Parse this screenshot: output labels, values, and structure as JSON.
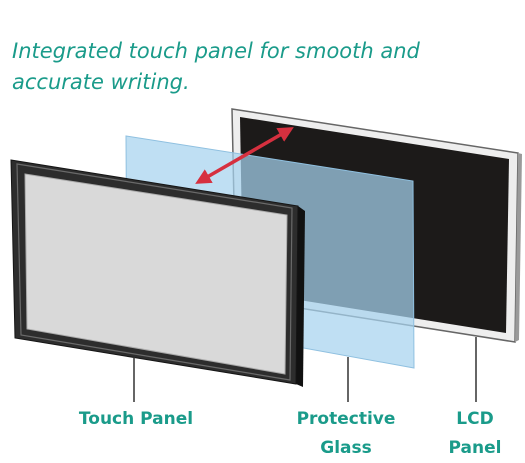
{
  "headline": {
    "line1": "Integrated touch panel for smooth and",
    "line2": "accurate writing."
  },
  "labels": {
    "touch_panel": "Touch Panel",
    "protective_glass_line1": "Protective",
    "protective_glass_line2": "Glass",
    "lcd_panel_line1": "LCD",
    "lcd_panel_line2": "Panel"
  },
  "colors": {
    "accent": "#1a9b8a",
    "arrow": "#d6303f",
    "glass": "#a6d2ee",
    "lcd_screen": "#1c1a19",
    "frame": "#2d2d2d",
    "touch_screen": "#d9d9d9"
  }
}
